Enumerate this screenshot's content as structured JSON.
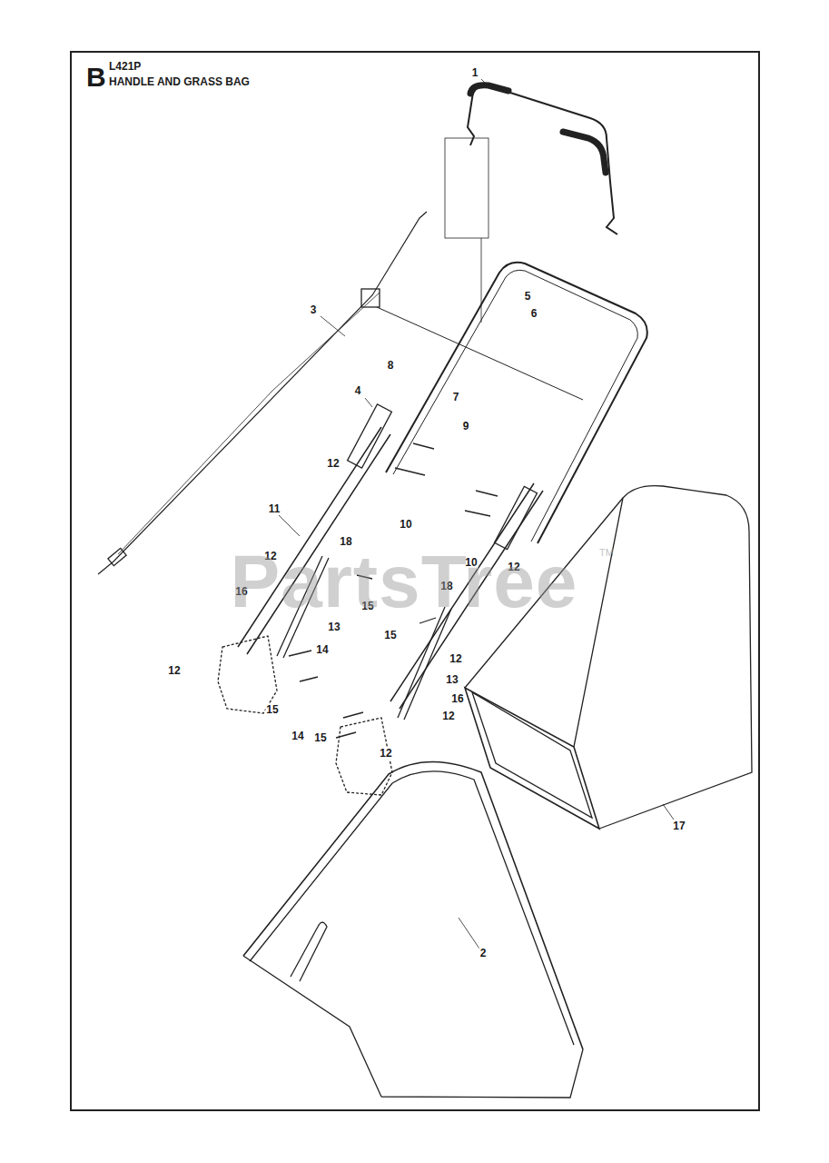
{
  "diagram": {
    "title": "HANDLE AND GRASS BAG",
    "labels": [
      "B",
      "L421P",
      "1",
      "5",
      "6",
      "3",
      "8",
      "7",
      "4",
      "9",
      "12",
      "10",
      "11",
      "12",
      "18",
      "10",
      "12",
      "16",
      "18",
      "15",
      "15",
      "13",
      "12",
      "14",
      "12",
      "13",
      "15",
      "16",
      "12",
      "14",
      "15",
      "12",
      "17",
      "2",
      "PartsTree",
      "TM"
    ]
  }
}
